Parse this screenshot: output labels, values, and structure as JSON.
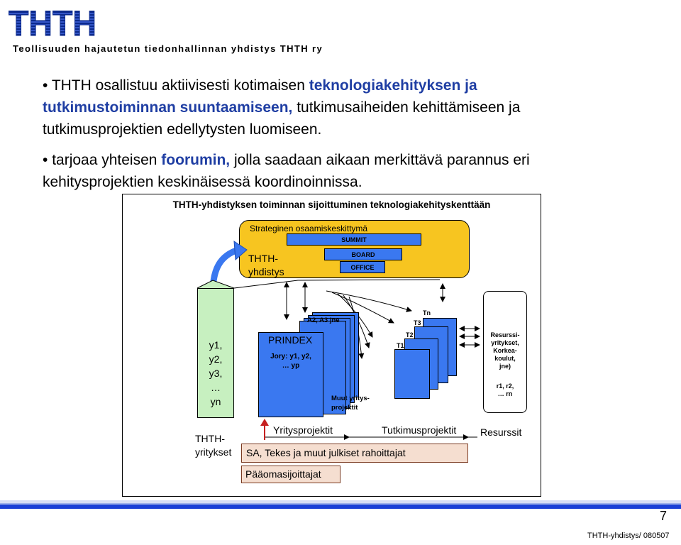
{
  "header": {
    "logo_text": "THTH",
    "organization": "Teollisuuden hajautetun tiedonhallinnan yhdistys THTH ry"
  },
  "bullets": [
    {
      "before": "THTH osallistuu aktiivisesti kotimaisen ",
      "highlight": "teknologiakehityksen ja tutkimustoiminnan suuntaamiseen,",
      "after": " tutkimusaiheiden kehittämiseen ja tutkimusprojektien edellytysten luomiseen."
    },
    {
      "before": "tarjoaa yhteisen ",
      "highlight": "foorumin,",
      "after": " jolla saadaan aikaan merkittävä parannus eri kehitysprojektien keskinäisessä koordinoinnissa."
    }
  ],
  "diagram": {
    "title": "THTH-yhdistyksen toiminnan sijoittuminen teknologiakehityskenttään",
    "strategic_label": "Strateginen osaamiskeskittymä",
    "thth_line1": "THTH-",
    "thth_line2": "yhdistys",
    "pyramid": [
      "SUMMIT",
      "BOARD",
      "OFFICE"
    ],
    "members": [
      "y1,",
      "y2,",
      "y3,",
      "…",
      "yn"
    ],
    "prindex_title": "PRINDEX",
    "jory_line1": "Jory: y1, y2,",
    "jory_line2": "… yp",
    "a_projects": "A2, A3 jne",
    "other_projects_line1": "Muut yritys-",
    "other_projects_line2": "projektit",
    "t_labels": [
      "T1",
      "T2",
      "T3",
      "Tn"
    ],
    "resources_lines": [
      "Resurssi-",
      "yritykset,",
      "Korkea-",
      "koulut,",
      "jne)"
    ],
    "resources_list_lines": [
      "r1, r2,",
      "… rn"
    ],
    "thth_companies_line1": "THTH-",
    "thth_companies_line2": "yritykset",
    "company_project": "Yritysprojektit",
    "research_project": "Tutkimusprojektit",
    "resources_label": "Resurssit",
    "funders": "SA, Tekes ja muut julkiset rahoittajat",
    "investors": "Pääomasijoittajat"
  },
  "footer": {
    "page_number": "7",
    "doc_id": "THTH-yhdistys/ 080507"
  },
  "colors": {
    "accent_blue": "#1f3ea3",
    "box_blue": "#3a78f0",
    "orange": "#f7c520",
    "green": "#c7f0c0",
    "salmon": "#f5ded0",
    "footer_bar": "#1a3fd6"
  }
}
